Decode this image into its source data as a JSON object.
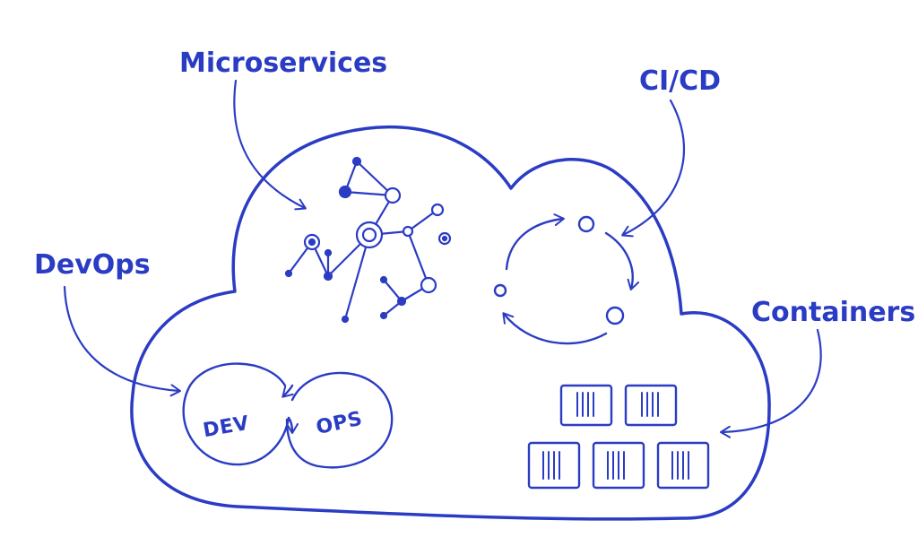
{
  "labels": {
    "microservices": "Microservices",
    "cicd": "CI/CD",
    "devops": "DevOps",
    "containers": "Containers",
    "dev": "DEV",
    "ops": "OPS"
  },
  "colors": {
    "ink": "#2b3cc4",
    "background": "#ffffff"
  },
  "icons": [
    "cloud-icon",
    "network-graph-icon",
    "cycle-arrows-icon",
    "devops-loop-icon",
    "container-stack-icon"
  ]
}
